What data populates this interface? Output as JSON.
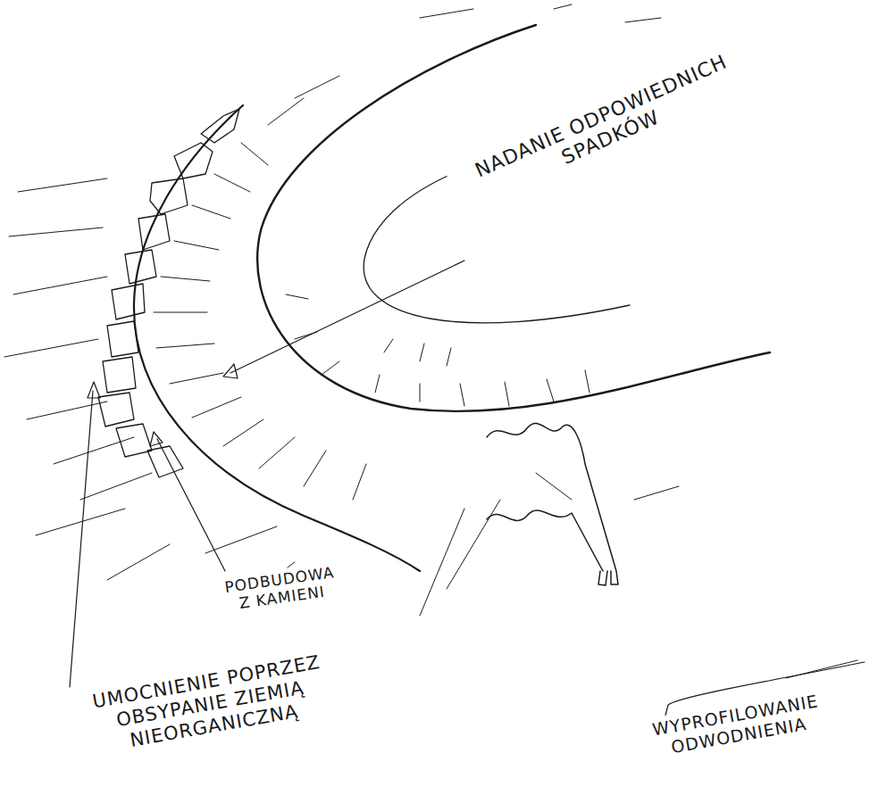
{
  "diagram": {
    "labels": [
      "NADANIE ODPOWIEDNICH SPADKÓW",
      "PODBUDOWA Z KAMIENI",
      "UMOCNIENIE POPRZEZ OBSYPANIE ZIEMIĄ NIEORGANICZNĄ",
      "WYPROFILOWANIE ODWODNIENIA"
    ]
  }
}
